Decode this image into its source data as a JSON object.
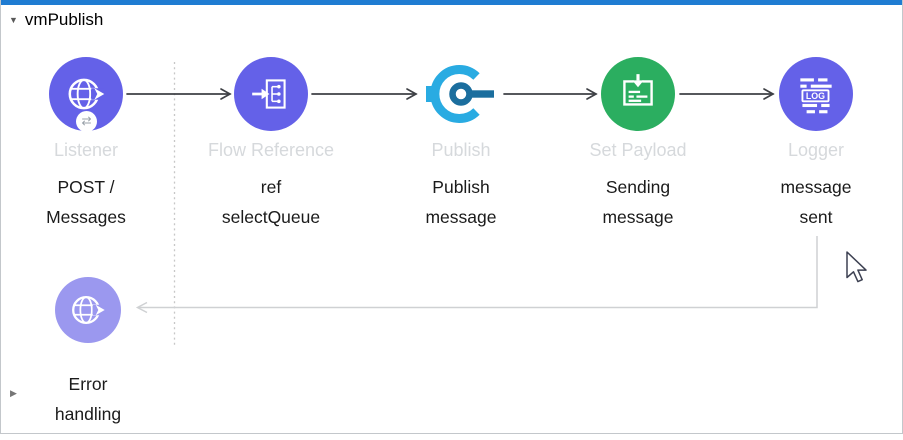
{
  "flow": {
    "title": "vmPublish",
    "nodes": [
      {
        "id": "listener",
        "title": "Listener",
        "line1": "POST /",
        "line2": "Messages",
        "icon": "http-listener-icon"
      },
      {
        "id": "flow-reference",
        "title": "Flow Reference",
        "line1": "ref",
        "line2": "selectQueue",
        "icon": "flow-reference-icon"
      },
      {
        "id": "publish",
        "title": "Publish",
        "line1": "Publish",
        "line2": "message",
        "icon": "vm-publish-icon"
      },
      {
        "id": "set-payload",
        "title": "Set Payload",
        "line1": "Sending",
        "line2": "message",
        "icon": "set-payload-icon"
      },
      {
        "id": "logger",
        "title": "Logger",
        "line1": "message",
        "line2": "sent",
        "icon": "logger-icon"
      }
    ],
    "error_handler": {
      "line1": "Error",
      "line2": "handling",
      "icon": "http-error-response-icon"
    },
    "logger_icon_text": "LOG"
  },
  "icons": {
    "collapse_glyph": "▼",
    "expand_glyph": "▶",
    "sync_glyph": "⇄"
  },
  "colors": {
    "top_bar_blue": "#1F7CD2",
    "node_purple": "#6461E8",
    "error_node_purple": "#9B98EF",
    "set_payload_green": "#2BAE60",
    "publish_light_blue": "#29ABE2",
    "publish_dark_blue": "#1B6E9E",
    "title_gray": "#D6D9DC",
    "caption_black": "#1B1B1B",
    "connector_dark": "#3E4045",
    "connector_gray": "#CFD1D3"
  }
}
